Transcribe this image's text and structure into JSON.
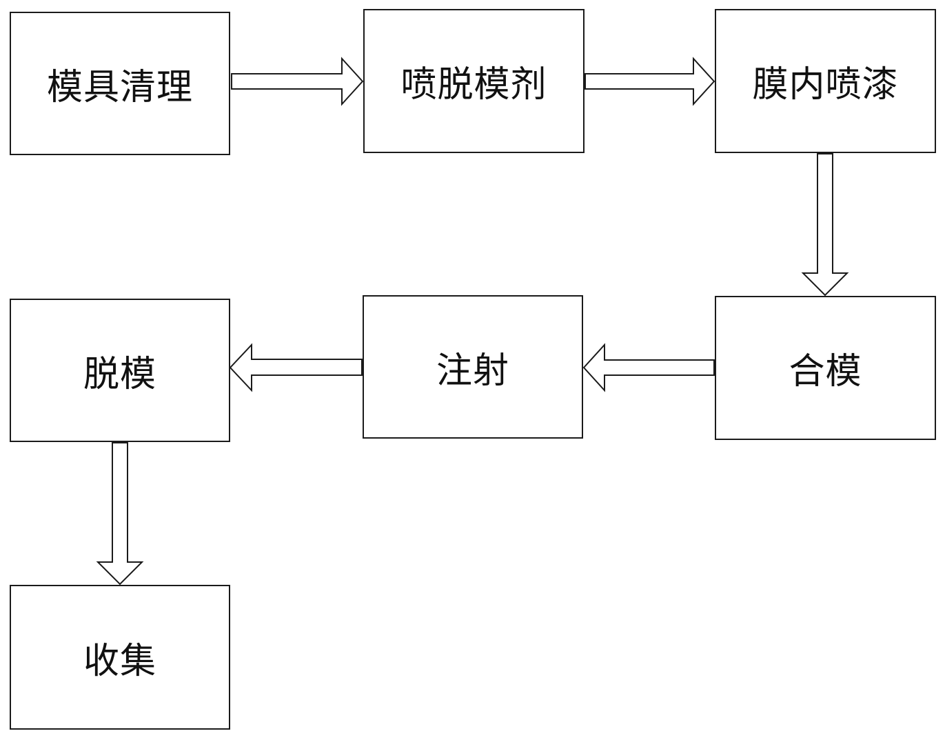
{
  "flow": {
    "steps": [
      {
        "id": "mold-cleaning",
        "label": "模具清理"
      },
      {
        "id": "spray-release-agent",
        "label": "喷脱模剂"
      },
      {
        "id": "in-mold-spray-paint",
        "label": "膜内喷漆"
      },
      {
        "id": "mold-closing",
        "label": "合模"
      },
      {
        "id": "injection",
        "label": "注射"
      },
      {
        "id": "demolding",
        "label": "脱模"
      },
      {
        "id": "collection",
        "label": "收集"
      }
    ],
    "connections": [
      {
        "from": "模具清理",
        "to": "喷脱模剂",
        "direction": "right"
      },
      {
        "from": "喷脱模剂",
        "to": "膜内喷漆",
        "direction": "right"
      },
      {
        "from": "膜内喷漆",
        "to": "合模",
        "direction": "down"
      },
      {
        "from": "合模",
        "to": "注射",
        "direction": "left"
      },
      {
        "from": "注射",
        "to": "脱模",
        "direction": "left"
      },
      {
        "from": "脱模",
        "to": "收集",
        "direction": "down"
      }
    ]
  }
}
